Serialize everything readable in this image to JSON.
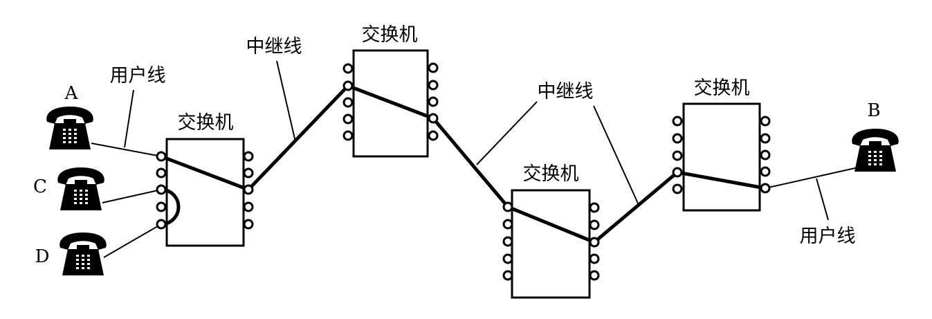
{
  "phones": {
    "a": {
      "label": "A"
    },
    "b": {
      "label": "B"
    },
    "c": {
      "label": "C"
    },
    "d": {
      "label": "D"
    }
  },
  "switches": {
    "s1": {
      "label": "交换机"
    },
    "s2": {
      "label": "交换机"
    },
    "s3": {
      "label": "交换机"
    },
    "s4": {
      "label": "交换机"
    }
  },
  "lines": {
    "user_left": "用户线",
    "user_right": "用户线",
    "trunk_1": "中继线",
    "trunk_2": "中继线"
  },
  "colors": {
    "ink": "#000000",
    "paper": "#ffffff"
  },
  "icons": {
    "phone": "telephone-icon",
    "terminal": "terminal-circle"
  }
}
